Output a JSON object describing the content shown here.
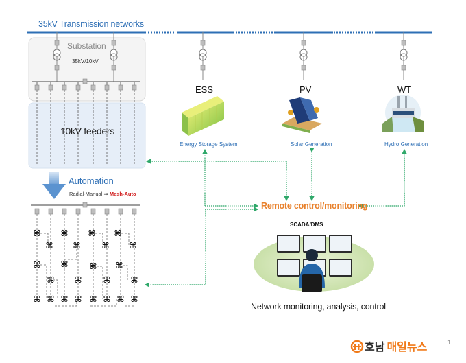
{
  "header": {
    "title": "35kV Transmission networks"
  },
  "substation": {
    "label": "Substation",
    "voltage": "35kV/10kV",
    "feeder_count": 8
  },
  "feeders": {
    "label": "10kV feeders"
  },
  "generators": [
    {
      "id": "ess",
      "label": "ESS",
      "caption": "Energy Storage System",
      "icon": "battery-rack-icon"
    },
    {
      "id": "pv",
      "label": "PV",
      "caption": "Solar Generation",
      "icon": "solar-panel-icon"
    },
    {
      "id": "wt",
      "label": "WT",
      "caption": "Hydro Generation",
      "icon": "hydro-dam-icon"
    }
  ],
  "automation": {
    "title": "Automation",
    "from": "Radial-Manual",
    "arrow": "⇒",
    "to": "Mesh-Auto"
  },
  "control": {
    "remote_label": "Remote control/monitoring",
    "system_label": "SCADA/DMS",
    "description": "Network monitoring, analysis, control"
  },
  "footer": {
    "logo_dark": "호남",
    "logo_orange": "매일뉴스",
    "page_number": "1"
  },
  "colors": {
    "transmission_line": "#2e6fb5",
    "connector": "#2fa86a",
    "remote_text": "#e8812c",
    "mesh_auto": "#d11f1f",
    "logo_orange": "#f07a1a"
  }
}
